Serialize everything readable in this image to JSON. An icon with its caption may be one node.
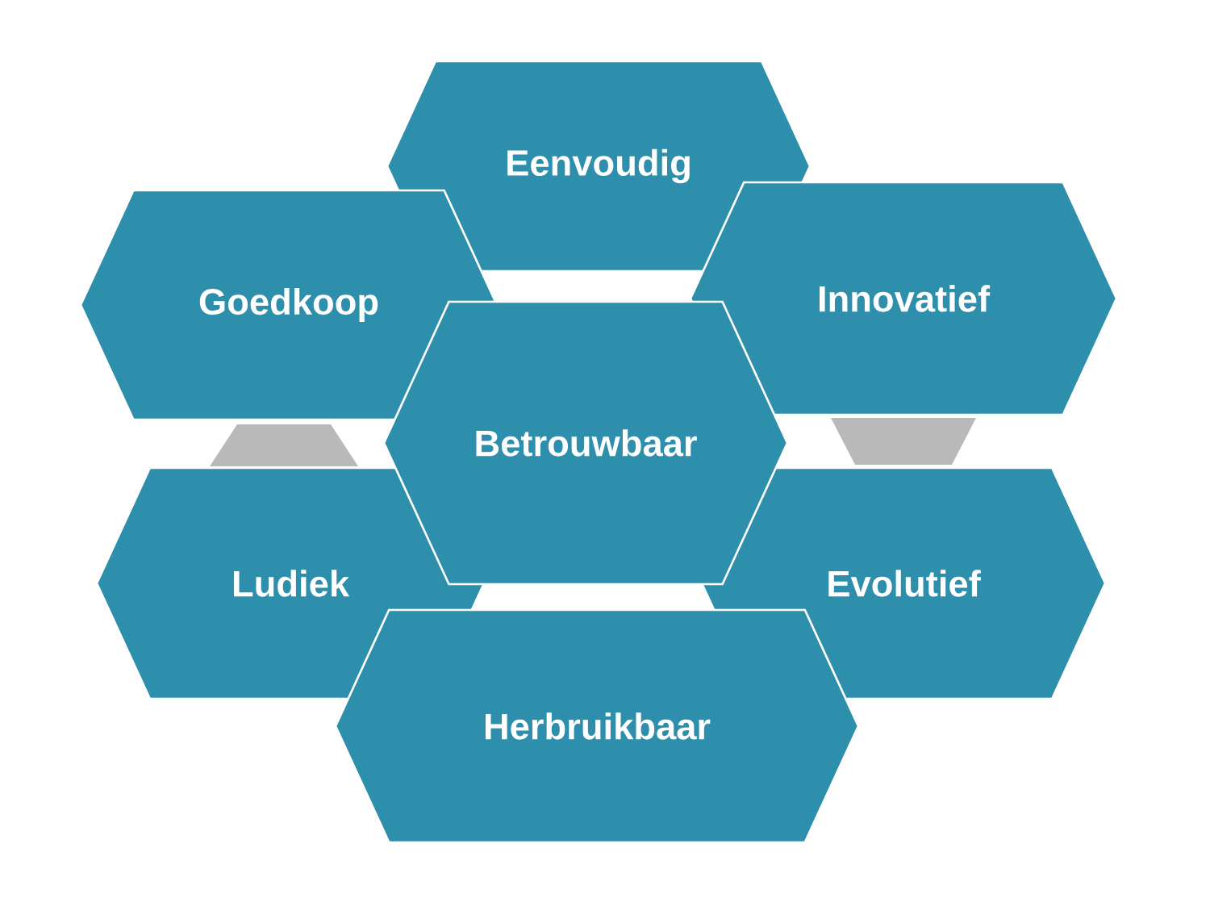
{
  "diagram": {
    "nodes": [
      {
        "text": [
          "Eenvoudig"
        ]
      },
      {
        "text": [
          "Goedkoop"
        ]
      },
      {
        "text": [
          "Innovatief"
        ]
      },
      {
        "text": [
          "Betrouwbaar"
        ]
      },
      {
        "text": [],
        "shape": "trapezoid"
      },
      {
        "text": [],
        "shape": "trapezoid"
      },
      {
        "text": [
          "Ludiek"
        ]
      },
      {
        "text": [
          "Evolutief"
        ]
      },
      {
        "text": [
          "Herbruikbaar"
        ]
      }
    ]
  }
}
